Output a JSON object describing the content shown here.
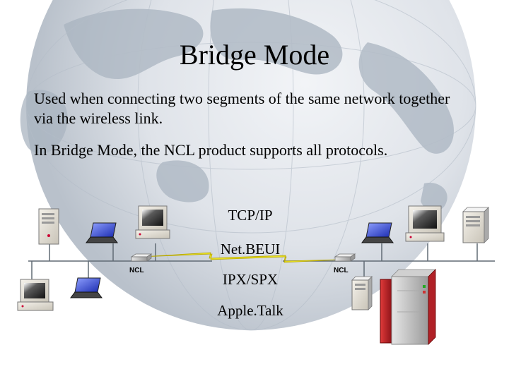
{
  "slide": {
    "title": "Bridge Mode",
    "paragraphs": [
      "Used when connecting two segments of the same network together via the wireless link.",
      "In Bridge Mode, the NCL product supports all protocols."
    ],
    "protocols": [
      "TCP/IP",
      "Net.BEUI",
      "IPX/SPX",
      "Apple.Talk"
    ],
    "ncl_label": "NCL"
  },
  "colors": {
    "globe": "#a9b4c0",
    "wire": "#606a74",
    "wireless_link": "#e8e020",
    "server_red": "#b0202a",
    "laptop_screen": "#2a3fd0"
  },
  "icons": [
    "globe",
    "tower-server",
    "desktop-computer",
    "laptop",
    "ncl-bridge",
    "wireless-link",
    "mainframe-server"
  ]
}
